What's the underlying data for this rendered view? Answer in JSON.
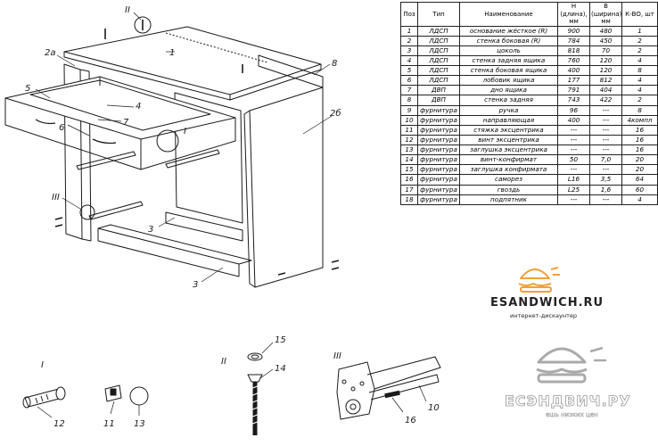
{
  "table": {
    "headers": {
      "pos": "Поз",
      "type": "Тип",
      "name": "Наименование",
      "length": "H (длина), мм",
      "width": "B (ширина), мм",
      "qty": "К-ВО, шт"
    },
    "rows": [
      {
        "pos": "1",
        "type": "ЛДСП",
        "name": "основание жёсткое (R)",
        "l": "900",
        "w": "480",
        "q": "1"
      },
      {
        "pos": "2",
        "type": "ЛДСП",
        "name": "стенка боковая (R)",
        "l": "784",
        "w": "450",
        "q": "2"
      },
      {
        "pos": "3",
        "type": "ЛДСП",
        "name": "цоколь",
        "l": "818",
        "w": "70",
        "q": "2"
      },
      {
        "pos": "4",
        "type": "ЛДСП",
        "name": "стенка задняя ящика",
        "l": "760",
        "w": "120",
        "q": "4"
      },
      {
        "pos": "5",
        "type": "ЛДСП",
        "name": "стенка боковая ящика",
        "l": "400",
        "w": "120",
        "q": "8"
      },
      {
        "pos": "6",
        "type": "ЛДСП",
        "name": "лобовик ящика",
        "l": "177",
        "w": "812",
        "q": "4"
      },
      {
        "pos": "7",
        "type": "ДВП",
        "name": "дно ящика",
        "l": "791",
        "w": "404",
        "q": "4"
      },
      {
        "pos": "8",
        "type": "ДВП",
        "name": "стенка задняя",
        "l": "743",
        "w": "422",
        "q": "2"
      },
      {
        "pos": "9",
        "type": "фурнитура",
        "name": "ручка",
        "l": "96",
        "w": "---",
        "q": "8"
      },
      {
        "pos": "10",
        "type": "фурнитура",
        "name": "направляющая",
        "l": "400",
        "w": "---",
        "q": "4компл"
      },
      {
        "pos": "11",
        "type": "фурнитура",
        "name": "стяжка эксцентрика",
        "l": "---",
        "w": "---",
        "q": "16"
      },
      {
        "pos": "12",
        "type": "фурнитура",
        "name": "винт эксцентрика",
        "l": "---",
        "w": "---",
        "q": "16"
      },
      {
        "pos": "13",
        "type": "фурнитура",
        "name": "заглушка эксцентрика",
        "l": "---",
        "w": "---",
        "q": "16"
      },
      {
        "pos": "14",
        "type": "фурнитура",
        "name": "винт-конфирмат",
        "l": "50",
        "w": "7,0",
        "q": "20"
      },
      {
        "pos": "15",
        "type": "фурнитура",
        "name": "заглушка конфирмата",
        "l": "---",
        "w": "---",
        "q": "20"
      },
      {
        "pos": "16",
        "type": "фурнитура",
        "name": "саморез",
        "l": "L16",
        "w": "3,5",
        "q": "64"
      },
      {
        "pos": "17",
        "type": "фурнитура",
        "name": "гвоздь",
        "l": "L25",
        "w": "1,6",
        "q": "60"
      },
      {
        "pos": "18",
        "type": "фурнитура",
        "name": "подпятник",
        "l": "---",
        "w": "---",
        "q": "4"
      }
    ]
  },
  "callouts": {
    "c1": "1",
    "c2a": "2а",
    "c2b": "2б",
    "c3a": "3",
    "c3b": "3",
    "c4": "4",
    "c5": "5",
    "c6": "6",
    "c7": "7",
    "c8": "8",
    "cI": "I",
    "roman_II_top": "II",
    "roman_III_side": "III",
    "detail_I": "I",
    "detail_II": "II",
    "detail_III": "III",
    "d12": "12",
    "d11": "11",
    "d13": "13",
    "d15": "15",
    "d14": "14",
    "d16": "16",
    "d10": "10"
  },
  "branding": {
    "logo_name": "ESANDWICH.RU",
    "logo_tagline": "интернет-дискаунтер",
    "watermark_name": "ЕСЭНДВИЧ.РУ",
    "watermark_tagline": "ешь низких цен"
  },
  "colors": {
    "line": "#1a1a1a",
    "logo_orange": "#f0a13a",
    "watermark": "#aaaaaa"
  }
}
